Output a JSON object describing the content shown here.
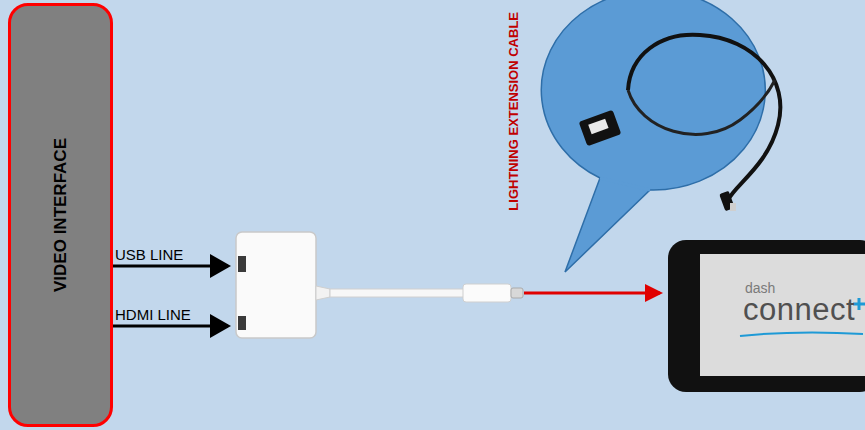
{
  "diagram": {
    "nodes": [
      {
        "text": [
          "VIDEO INTERFACE"
        ]
      },
      {
        "text": [
          "dash",
          "connect"
        ]
      }
    ],
    "labels": [
      "USB LINE",
      "HDMI LINE",
      "LIGHTNING EXTENSION CABLE"
    ]
  }
}
